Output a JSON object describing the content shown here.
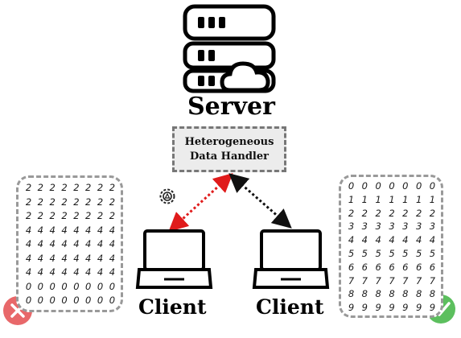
{
  "server": {
    "label": "Server",
    "icon": "server-cloud-icon"
  },
  "handler": {
    "line1": "Heterogeneous",
    "line2": "Data Handler"
  },
  "clients": [
    {
      "label": "Client",
      "icon": "laptop-icon",
      "status_icon": "cross-icon",
      "status_color": "#e8686a",
      "link_color": "#e01b1b"
    },
    {
      "label": "Client",
      "icon": "laptop-icon",
      "status_icon": "check-icon",
      "status_color": "#5cbf5e",
      "link_color": "#111111"
    }
  ],
  "left_digits": [
    "22222222",
    "22222222",
    "22222222",
    "44444444",
    "44444444",
    "44444444",
    "44444444",
    "00000000",
    "00000000"
  ],
  "right_digits": [
    "0000000",
    "1111111",
    "2222222",
    "3333333",
    "4444444",
    "5555555",
    "6666666",
    "7777777",
    "8888888",
    "9999999"
  ],
  "extra_icon": "ai-gear-icon"
}
